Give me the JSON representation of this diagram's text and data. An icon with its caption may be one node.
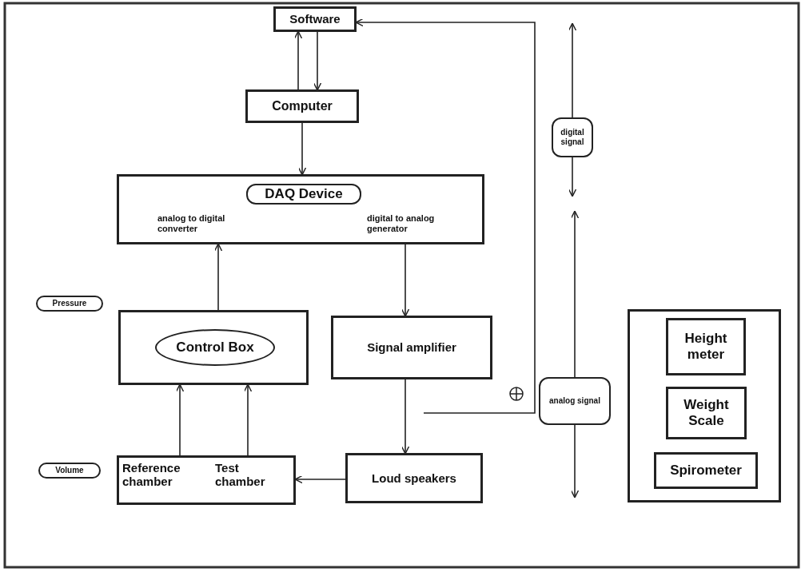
{
  "diagram": {
    "nodes": [
      {
        "text": [
          "Software"
        ]
      },
      {
        "text": [
          "Computer"
        ]
      },
      {
        "text": [
          "analog to digital converter",
          "digital to analog generator"
        ]
      },
      {
        "text": [
          "DAQ Device"
        ],
        "in": 2
      },
      {
        "text": [
          "Pressure"
        ]
      },
      {
        "text": [],
        "shape": "box"
      },
      {
        "text": [
          "Control Box"
        ],
        "in": 5
      },
      {
        "text": [
          "Signal amplifier"
        ]
      },
      {
        "text": [
          "Volume"
        ]
      },
      {
        "text": [
          "Reference chamber",
          "Test chamber"
        ]
      },
      {
        "text": [
          "Loud speakers"
        ]
      },
      {
        "text": [
          "digital signal"
        ]
      },
      {
        "text": [
          "analog signal"
        ]
      },
      {
        "text": [],
        "shape": "box"
      },
      {
        "text": [
          "Height meter"
        ],
        "in": 13
      },
      {
        "text": [
          "Weight Scale"
        ],
        "in": 13
      },
      {
        "text": [
          "Spirometer"
        ],
        "in": 13
      }
    ],
    "edges": [
      {
        "from": 1,
        "to": 0,
        "arrow": "to"
      },
      {
        "from": 0,
        "to": 1,
        "arrow": "to"
      },
      {
        "from": 1,
        "to": 2,
        "arrow": "to"
      },
      {
        "from": 5,
        "to": 2,
        "arrow": "to"
      },
      {
        "from": 2,
        "to": 7,
        "arrow": "to"
      },
      {
        "from": 7,
        "to": 10,
        "arrow": "to"
      },
      {
        "from": 10,
        "to": 9,
        "arrow": "to"
      },
      {
        "from": 9,
        "to": 5,
        "arrow": "to"
      },
      {
        "from": 9,
        "to": 5,
        "arrow": "to"
      },
      {
        "from": null,
        "to": 0,
        "arrow": "to"
      },
      {
        "from": 11,
        "to": null,
        "arrow": "to"
      },
      {
        "from": 11,
        "to": null,
        "arrow": "to"
      },
      {
        "from": 12,
        "to": null,
        "arrow": "to"
      },
      {
        "from": 12,
        "to": null,
        "arrow": "to"
      }
    ]
  }
}
